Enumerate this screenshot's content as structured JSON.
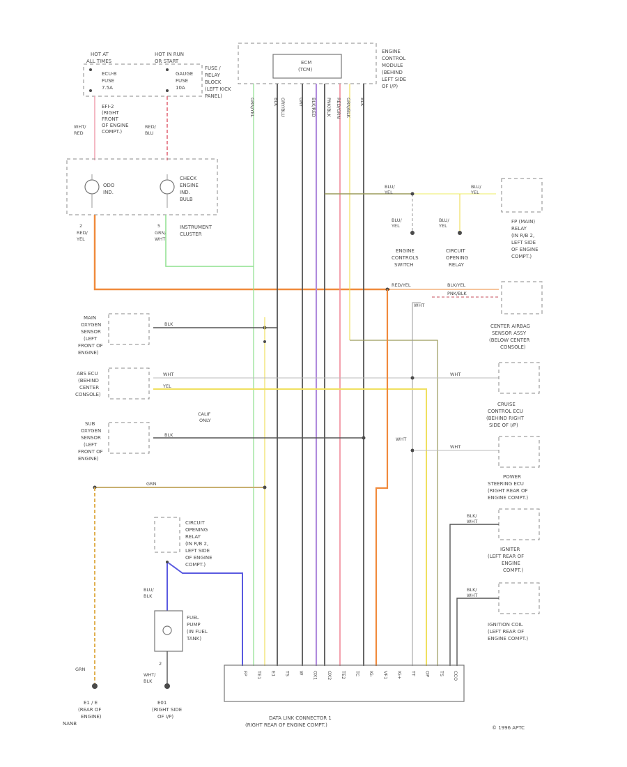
{
  "fuse_left": {
    "header_1": "HOT AT",
    "header_2": "ALL TIMES",
    "name": "ECU-B",
    "sub": "FUSE",
    "amp": "7.5A"
  },
  "fuse_right": {
    "header_1": "HOT IN RUN",
    "header_2": "OR START",
    "name": "GAUGE",
    "sub": "FUSE",
    "amp": "10A"
  },
  "fuse_block_label": [
    "FUSE /",
    "RELAY",
    "BLOCK",
    "(LEFT KICK",
    "PANEL)"
  ],
  "efi_fuse": [
    "EFI-2",
    "(RIGHT",
    "FRONT",
    "OF ENGINE",
    "COMPT.)"
  ],
  "wire_whtred": [
    "WHT/",
    "RED"
  ],
  "wire_redblu": [
    "RED/",
    "BLU"
  ],
  "odo_label": [
    "ODO",
    "IND."
  ],
  "check_label": [
    "CHECK",
    "ENGINE",
    "IND.",
    "BULB"
  ],
  "cluster_left_pin": [
    "2",
    "RED/",
    "YEL"
  ],
  "cluster_right_pin": [
    "5",
    "GRN/",
    "WHT"
  ],
  "cluster_label": [
    "INSTRUMENT",
    "CLUSTER"
  ],
  "ecm_inner": [
    "ECM",
    "(TCM)"
  ],
  "ecm_label": [
    "ENGINE",
    "CONTROL",
    "MODULE",
    "(BEHIND",
    "LEFT SIDE",
    "OF I/P)"
  ],
  "ecm_wires": [
    "GRN/YEL",
    "BLK",
    "GRY/BLU",
    "GRY",
    "BLK/RED",
    "PNK/BLK",
    "RED/GRN",
    "GRN/BLK",
    "BLK"
  ],
  "blu_yel_top": [
    "BLU/",
    "YEL"
  ],
  "blu_yel_left": [
    "BLU/",
    "YEL"
  ],
  "blu_yel_right": [
    "BLU/",
    "YEL"
  ],
  "engine_ctrl_switch": [
    "ENGINE",
    "CONTROLS",
    "SWITCH"
  ],
  "circuit_relay": [
    "CIRCUIT",
    "OPENING",
    "RELAY"
  ],
  "fp_relay": [
    "FP (MAIN)",
    "RELAY",
    "(IN R/B 2,",
    "LEFT SIDE",
    "OF ENGINE",
    "COMPT.)"
  ],
  "red_yel": "RED/YEL",
  "blk_yel": "BLK/YEL",
  "pnk_blk": "PNK/BLK",
  "wht_right": "WHT",
  "center_airbag": [
    "CENTER AIRBAG",
    "SENSOR ASSY",
    "(BELOW CENTER",
    "CONSOLE)"
  ],
  "main_o2": [
    "MAIN",
    "OXYGEN",
    "SENSOR",
    "(LEFT",
    "FRONT OF",
    "ENGINE)"
  ],
  "abs_ecu": [
    "ABS ECU",
    "(BEHIND",
    "CENTER",
    "CONSOLE)"
  ],
  "sub_o2": [
    "SUB",
    "OXYGEN",
    "SENSOR",
    "(LEFT",
    "FRONT OF",
    "ENGINE)"
  ],
  "calif_only": [
    "CALIF",
    "ONLY"
  ],
  "blk": "BLK",
  "wht": "WHT",
  "yel": "YEL",
  "grn": "GRN",
  "cruise_ecu": [
    "CRUISE",
    "CONTROL ECU",
    "(BEHIND RIGHT",
    "SIDE OF I/P)"
  ],
  "ps_ecu": [
    "POWER",
    "STEERING ECU",
    "(RIGHT REAR OF",
    "ENGINE COMPT.)"
  ],
  "igniter": [
    "IGNITER",
    "(LEFT REAR OF",
    "ENGINE",
    "COMPT.)"
  ],
  "ign_coil": [
    "IGNITION COIL",
    "(LEFT REAR OF",
    "ENGINE COMPT.)"
  ],
  "blu_wht_1": [
    "BLK/",
    "WHT"
  ],
  "blu_wht_2": [
    "BLK/",
    "WHT"
  ],
  "co_relay_lower": [
    "CIRCUIT",
    "OPENING",
    "RELAY",
    "(IN R/B 2,",
    "LEFT SIDE",
    "OF ENGINE",
    "COMPT.)"
  ],
  "blu_blk": [
    "BLU/",
    "BLK"
  ],
  "fuel_pump": [
    "FUEL",
    "PUMP",
    "(IN FUEL",
    "TANK)"
  ],
  "fp_pin": "2",
  "wht_blk": [
    "WHT/",
    "BLK"
  ],
  "pin_ew": "E01",
  "e01_label": [
    "E01",
    "(RIGHT SIDE",
    "OF I/P)"
  ],
  "e1_wire": "GRN",
  "e1_label": [
    "E1 / E",
    "(REAR OF",
    "ENGINE)",
    "NANB"
  ],
  "dlc_pins": [
    "FP",
    "TE1",
    "E1",
    "TS",
    "W",
    "OX1",
    "OX2",
    "TE2",
    "TC",
    "IG-",
    "VF1",
    "IG+",
    "TT",
    "OP",
    "TS",
    "CCO"
  ],
  "dlc_label": [
    "DATA LINK CONNECTOR 1",
    "(RIGHT REAR OF ENGINE COMPT.)"
  ],
  "copyright": "© 1996 APTC",
  "colors": {
    "orange": "#f08a3c",
    "green": "#8ee08e",
    "purple": "#b08adc",
    "blue": "#5a5ae0",
    "pink": "#f08a9a",
    "yellow": "#f0e060",
    "tan": "#c8b070",
    "darkgray": "#555555",
    "olive": "#9a9a5a"
  }
}
